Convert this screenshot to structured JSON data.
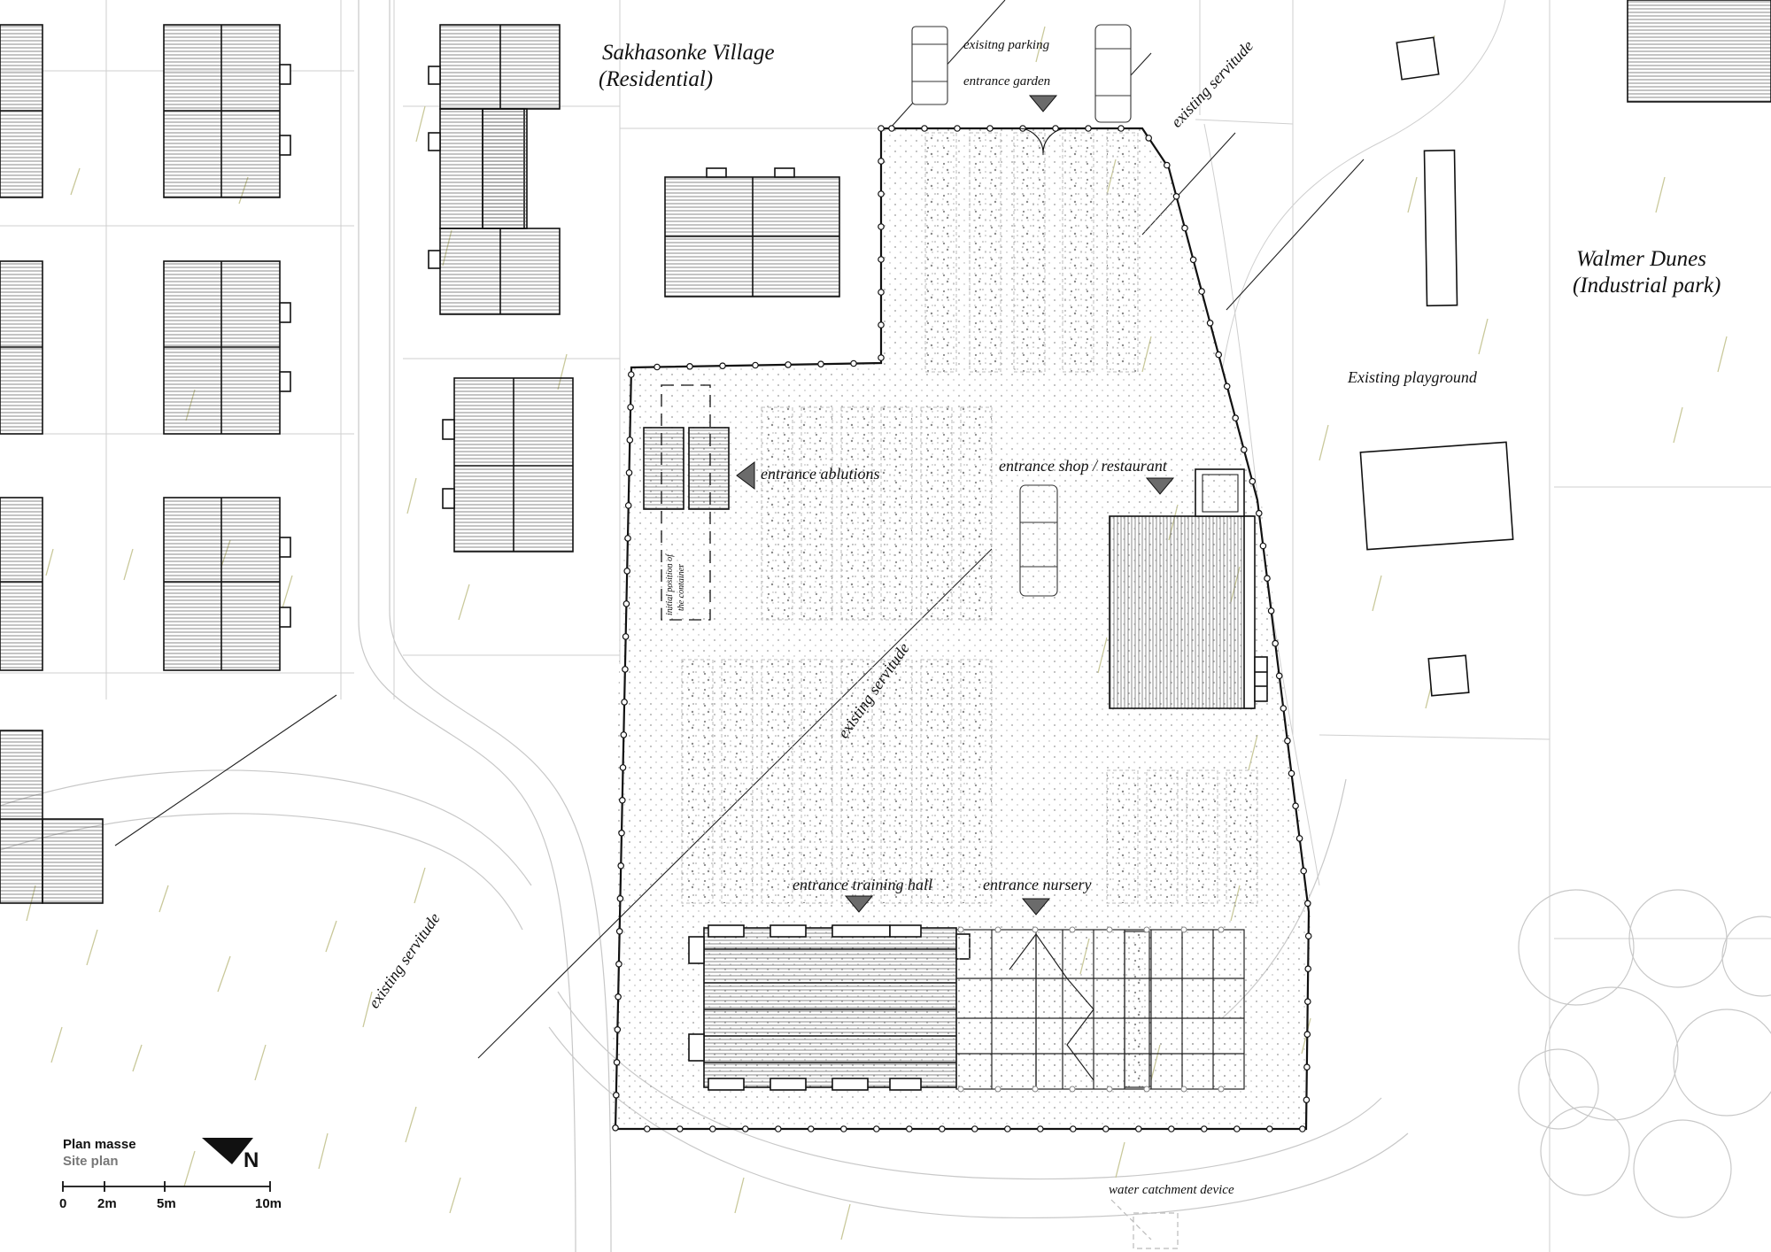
{
  "labels": {
    "village_name": "Sakhasonke Village",
    "village_type": "(Residential)",
    "parking": "exisitng parking",
    "entrance_garden": "entrance garden",
    "servitude_top": "existing servitude",
    "industrial_name": "Walmer Dunes",
    "industrial_type": "(Industrial park)",
    "playground": "Existing playground",
    "entrance_ablutions": "entrance ablutions",
    "entrance_shop": "entrance shop / restaurant",
    "container_line1": "initial position of",
    "container_line2": "the container",
    "servitude_mid": "existing servitude",
    "entrance_training": "entrance training hall",
    "entrance_nursery": "entrance nursery",
    "servitude_left": "existing servitude",
    "water_device": "water catchment device"
  },
  "legend": {
    "title": "Plan masse",
    "subtitle": "Site plan",
    "north": "N",
    "scale": [
      "0",
      "2m",
      "5m",
      "10m"
    ]
  },
  "colors": {
    "ink": "#111111",
    "grid": "#c8c8c8",
    "grass": "#c9c89a",
    "marker": "#6b6b6b",
    "secondary": "#777777"
  }
}
